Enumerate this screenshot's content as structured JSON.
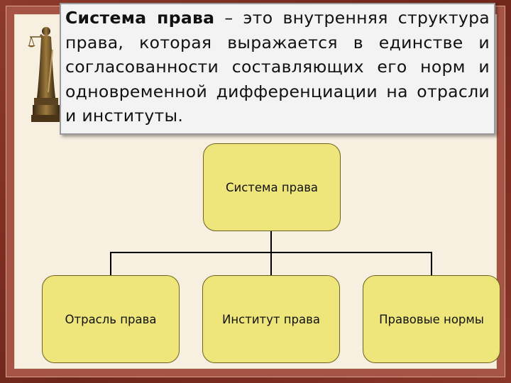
{
  "definition": {
    "term": "Система права",
    "text": " – это внутренняя структура права, которая выражается в единстве и согласованности составляющих его норм и одновременной дифференциации на отрасли и институты."
  },
  "diagram": {
    "root": "Система права",
    "children": [
      "Отрасль права",
      "Институт права",
      "Правовые нормы"
    ]
  },
  "colors": {
    "frame": "#7a2e22",
    "paper": "#f7efe0",
    "node_fill": "#eee67a",
    "node_border": "#6b6220"
  },
  "icons": {
    "decoration": "themis-statue-icon"
  }
}
